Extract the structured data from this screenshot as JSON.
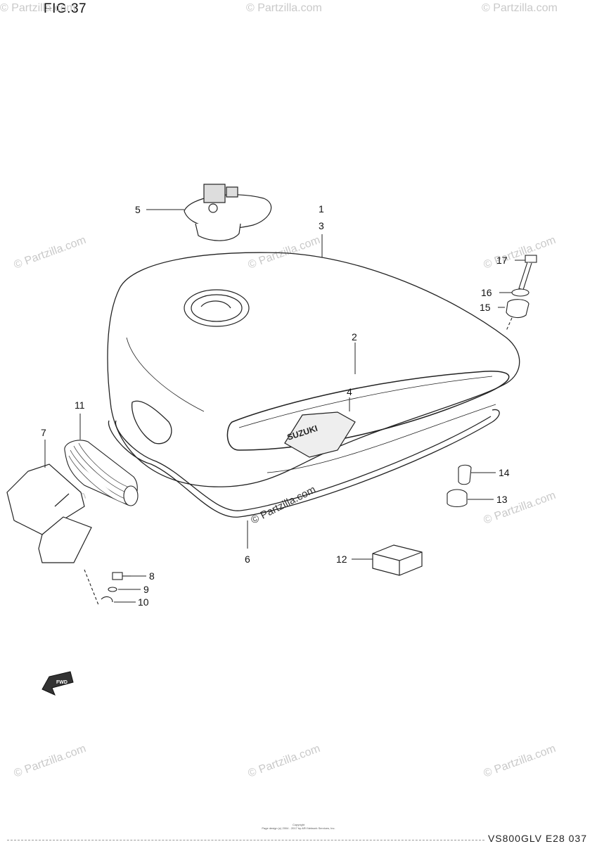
{
  "figure": {
    "title": "FIG.37"
  },
  "watermark": {
    "text": "© Partzilla.com"
  },
  "callouts": [
    {
      "id": "1",
      "label": "1"
    },
    {
      "id": "3",
      "label": "3"
    },
    {
      "id": "2",
      "label": "2"
    },
    {
      "id": "4",
      "label": "4"
    },
    {
      "id": "5",
      "label": "5"
    },
    {
      "id": "6",
      "label": "6"
    },
    {
      "id": "7",
      "label": "7"
    },
    {
      "id": "8",
      "label": "8"
    },
    {
      "id": "9",
      "label": "9"
    },
    {
      "id": "10",
      "label": "10"
    },
    {
      "id": "11",
      "label": "11"
    },
    {
      "id": "12",
      "label": "12"
    },
    {
      "id": "13",
      "label": "13"
    },
    {
      "id": "14",
      "label": "14"
    },
    {
      "id": "15",
      "label": "15"
    },
    {
      "id": "16",
      "label": "16"
    },
    {
      "id": "17",
      "label": "17"
    }
  ],
  "tank_emblem": {
    "text": "SUZUKI"
  },
  "fwd_arrow": {
    "text": "FWD"
  },
  "footer": {
    "copyright_line1": "Copyright",
    "copyright_line2": "Page design (c) 2004 - 2017 by ARI Network Services, Inc.",
    "diagram_code": "VS800GLV E28 037"
  }
}
